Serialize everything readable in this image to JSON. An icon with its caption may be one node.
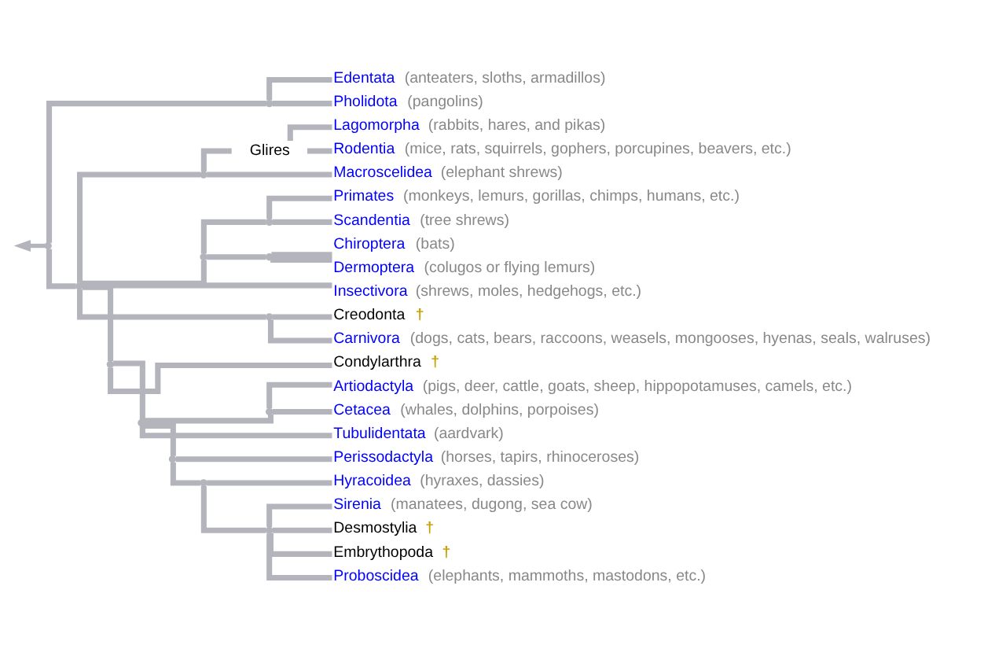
{
  "diagram": {
    "nodes": [
      {
        "text": [],
        "shape": "point"
      },
      {
        "text": [],
        "shape": "point"
      },
      {
        "text": [
          "Edentata",
          "(anteaters, sloths, armadillos)"
        ]
      },
      {
        "text": [
          "Pholidota",
          "(pangolins)"
        ]
      },
      {
        "text": [],
        "shape": "point"
      },
      {
        "text": [],
        "shape": "point"
      },
      {
        "text": [
          "Glires"
        ]
      },
      {
        "text": [
          "Lagomorpha",
          "(rabbits, hares, and pikas)"
        ]
      },
      {
        "text": [
          "Rodentia",
          "(mice, rats, squirrels, gophers, porcupines, beavers, etc.)"
        ]
      },
      {
        "text": [
          "Macroscelidea",
          "(elephant shrews)"
        ]
      },
      {
        "text": [],
        "shape": "point"
      },
      {
        "text": [],
        "shape": "point"
      },
      {
        "text": [
          "Primates",
          "(monkeys, lemurs, gorillas, chimps, humans, etc.)"
        ]
      },
      {
        "text": [
          "Scandentia",
          "(tree shrews)"
        ]
      },
      {
        "text": [],
        "shape": "point"
      },
      {
        "text": [
          "Chiroptera",
          "(bats)"
        ]
      },
      {
        "text": [
          "Dermoptera",
          "(colugos or flying lemurs)"
        ]
      },
      {
        "text": [
          "Insectivora",
          "(shrews, moles, hedgehogs, etc.)"
        ]
      },
      {
        "text": [],
        "shape": "point"
      },
      {
        "text": [
          "Creodonta",
          "†"
        ]
      },
      {
        "text": [
          "Carnivora",
          "(dogs, cats, bears, raccoons, weasels, mongooses, hyenas, seals, walruses)"
        ]
      },
      {
        "text": [],
        "shape": "point"
      },
      {
        "text": [
          "Condylarthra",
          "†"
        ]
      },
      {
        "text": [],
        "shape": "point"
      },
      {
        "text": [],
        "shape": "point"
      },
      {
        "text": [
          "Artiodactyla",
          "(pigs, deer, cattle, goats, sheep, hippopotamuses, camels, etc.)"
        ]
      },
      {
        "text": [
          "Cetacea",
          "(whales, dolphins, porpoises)"
        ]
      },
      {
        "text": [
          "Tubulidentata",
          "(aardvark)"
        ]
      },
      {
        "text": [],
        "shape": "point"
      },
      {
        "text": [
          "Perissodactyla",
          "(horses, tapirs, rhinoceroses)"
        ]
      },
      {
        "text": [],
        "shape": "point"
      },
      {
        "text": [
          "Hyracoidea",
          "(hyraxes, dassies)"
        ]
      },
      {
        "text": [],
        "shape": "point"
      },
      {
        "text": [
          "Sirenia",
          "(manatees, dugong, sea cow)"
        ]
      },
      {
        "text": [
          "Desmostylia",
          "†"
        ]
      },
      {
        "text": [
          "Embrythopoda",
          "†"
        ]
      },
      {
        "text": [
          "Proboscidea",
          "(elephants, mammoths, mastodons, etc.)"
        ]
      }
    ],
    "edges": [
      {
        "from": 0,
        "to": null,
        "arrow": "to"
      },
      {
        "from": 0,
        "to": 1,
        "arrow": "none"
      },
      {
        "from": 1,
        "to": 2,
        "arrow": "none"
      },
      {
        "from": 1,
        "to": 3,
        "arrow": "none"
      },
      {
        "from": 0,
        "to": 4,
        "arrow": "none"
      },
      {
        "from": 4,
        "to": 5,
        "arrow": "none"
      },
      {
        "from": 5,
        "to": 6,
        "arrow": "none"
      },
      {
        "from": 6,
        "to": 7,
        "arrow": "none"
      },
      {
        "from": 6,
        "to": 8,
        "arrow": "none"
      },
      {
        "from": 5,
        "to": 9,
        "arrow": "none"
      },
      {
        "from": 4,
        "to": 10,
        "arrow": "none"
      },
      {
        "from": 10,
        "to": 11,
        "arrow": "none"
      },
      {
        "from": 11,
        "to": 12,
        "arrow": "none"
      },
      {
        "from": 11,
        "to": 13,
        "arrow": "none"
      },
      {
        "from": 10,
        "to": 14,
        "arrow": "none"
      },
      {
        "from": 14,
        "to": 15,
        "arrow": "none"
      },
      {
        "from": 14,
        "to": 16,
        "arrow": "none"
      },
      {
        "from": 4,
        "to": 17,
        "arrow": "none"
      },
      {
        "from": 4,
        "to": 18,
        "arrow": "none"
      },
      {
        "from": 18,
        "to": 19,
        "arrow": "none"
      },
      {
        "from": 18,
        "to": 20,
        "arrow": "none"
      },
      {
        "from": 4,
        "to": 21,
        "arrow": "none"
      },
      {
        "from": 21,
        "to": 22,
        "arrow": "none"
      },
      {
        "from": 21,
        "to": 23,
        "arrow": "none"
      },
      {
        "from": 23,
        "to": 24,
        "arrow": "none"
      },
      {
        "from": 24,
        "to": 25,
        "arrow": "none"
      },
      {
        "from": 24,
        "to": 26,
        "arrow": "none"
      },
      {
        "from": 23,
        "to": 27,
        "arrow": "none"
      },
      {
        "from": 23,
        "to": 28,
        "arrow": "none"
      },
      {
        "from": 28,
        "to": 29,
        "arrow": "none"
      },
      {
        "from": 28,
        "to": 30,
        "arrow": "none"
      },
      {
        "from": 30,
        "to": 31,
        "arrow": "none"
      },
      {
        "from": 30,
        "to": 32,
        "arrow": "none"
      },
      {
        "from": 32,
        "to": 33,
        "arrow": "none"
      },
      {
        "from": 32,
        "to": 34,
        "arrow": "none"
      },
      {
        "from": 32,
        "to": 35,
        "arrow": "none"
      },
      {
        "from": 32,
        "to": 36,
        "arrow": "none"
      }
    ]
  }
}
